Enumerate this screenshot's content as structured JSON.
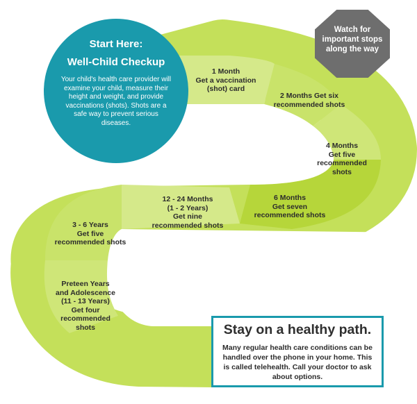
{
  "start": {
    "title": "Start Here:\nWell-Child Checkup",
    "body": "Your child's health care provider will examine your child, measure their height and weight, and provide vaccinations (shots). Shots are a safe way to prevent serious diseases."
  },
  "stop_sign": {
    "text": "Watch for\nimportant stops\nalong the way"
  },
  "stops": [
    {
      "label": "1 Month\nGet a vaccination\n(shot) card"
    },
    {
      "label": "2 Months Get six\nrecommended shots"
    },
    {
      "label": "4 Months\nGet five\nrecommended\nshots"
    },
    {
      "label": "6 Months\nGet seven\nrecommended shots"
    },
    {
      "label": "12 - 24 Months\n(1 - 2 Years)\nGet nine\nrecommended shots"
    },
    {
      "label": "3 - 6 Years\nGet five\nrecommended shots"
    },
    {
      "label": "Preteen Years\nand Adolescence\n(11 - 13 Years)\nGet four\nrecommended\nshots"
    }
  ],
  "callout": {
    "title": "Stay on a healthy path.",
    "body": "Many regular health care conditions can be handled over the phone in your home. This is called telehealth. Call your doctor to ask about options."
  },
  "colors": {
    "path_light": "#d5e98a",
    "path_mid": "#c4e05a",
    "path_dark": "#b6d63a",
    "teal": "#1a9aac",
    "stop_gray": "#6e6e6e"
  }
}
